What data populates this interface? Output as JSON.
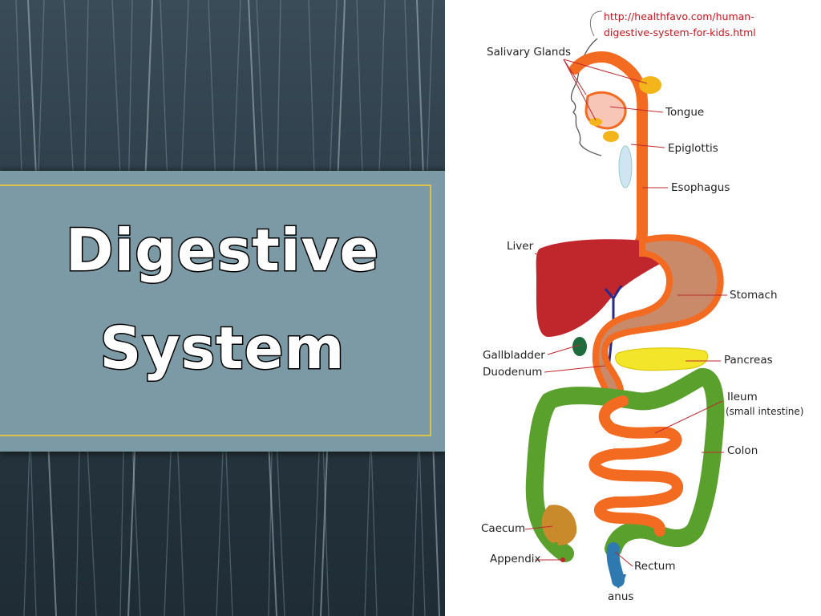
{
  "slide": {
    "title_line1": "Digestive",
    "title_line2": "System"
  },
  "diagram": {
    "source_line1": "http://healthfavo.com/human-",
    "source_line2": "digestive-system-for-kids.html",
    "labels": {
      "salivary_glands": "Salivary Glands",
      "tongue": "Tongue",
      "epiglottis": "Epiglottis",
      "esophagus": "Esophagus",
      "liver": "Liver",
      "stomach": "Stomach",
      "gallbladder": "Gallbladder",
      "duodenum": "Duodenum",
      "pancreas": "Pancreas",
      "ileum": "Ileum",
      "ileum_note": "(small intestine)",
      "colon": "Colon",
      "caecum": "Caecum",
      "appendix": "Appendix",
      "rectum": "Rectum",
      "anus": "anus"
    },
    "colors": {
      "esophagus": "#f26b21",
      "liver": "#c0272d",
      "stomach": "#c98a6a",
      "pancreas": "#f3e62a",
      "colon": "#5aa02c",
      "rectum": "#2e7ab0",
      "leader": "#c0272d"
    }
  }
}
